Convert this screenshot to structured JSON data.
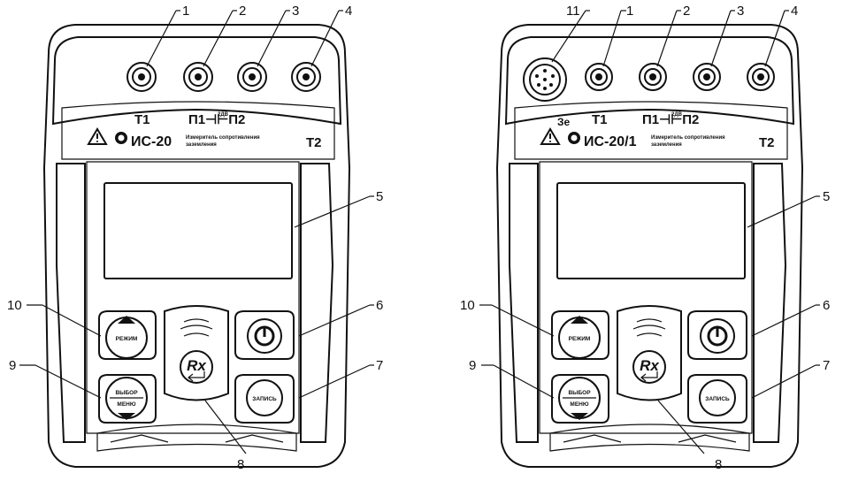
{
  "devices": [
    {
      "id": "left",
      "has_port_11": false,
      "model": "ИС-20",
      "desc_line1": "Измеритель сопротивления",
      "desc_line2": "заземления",
      "label_t1": "Т1",
      "label_p1p2": "П1⊣⊢П2",
      "label_p1p2_mid": "2ДВ",
      "label_t2": "Т2",
      "label_ze": "",
      "callouts": {
        "c1": "1",
        "c2": "2",
        "c3": "3",
        "c4": "4",
        "c5": "5",
        "c6": "6",
        "c7": "7",
        "c8": "8",
        "c9": "9",
        "c10": "10",
        "c11": ""
      },
      "keys": {
        "mode": "РЕЖИМ",
        "select_top": "ВЫБОР",
        "select_bottom": "МЕНЮ",
        "save": "ЗАПИСЬ",
        "rx": "Rx"
      }
    },
    {
      "id": "right",
      "has_port_11": true,
      "model": "ИС-20/1",
      "desc_line1": "Измеритель сопротивления",
      "desc_line2": "заземления",
      "label_t1": "Т1",
      "label_p1p2": "П1⊣⊢П2",
      "label_p1p2_mid": "2ДВ",
      "label_t2": "Т2",
      "label_ze": "Зе",
      "callouts": {
        "c1": "1",
        "c2": "2",
        "c3": "3",
        "c4": "4",
        "c5": "5",
        "c6": "6",
        "c7": "7",
        "c8": "8",
        "c9": "9",
        "c10": "10",
        "c11": "11"
      },
      "keys": {
        "mode": "РЕЖИМ",
        "select_top": "ВЫБОР",
        "select_bottom": "МЕНЮ",
        "save": "ЗАПИСЬ",
        "rx": "Rx"
      }
    }
  ],
  "icons": {
    "warning": "warning-triangle-icon",
    "certification": "certification-mark-icon",
    "power": "power-icon",
    "arrow_up": "arrow-up-icon",
    "arrow_down": "arrow-down-icon",
    "enter": "enter-arrow-icon",
    "signal": "signal-waves-icon"
  }
}
